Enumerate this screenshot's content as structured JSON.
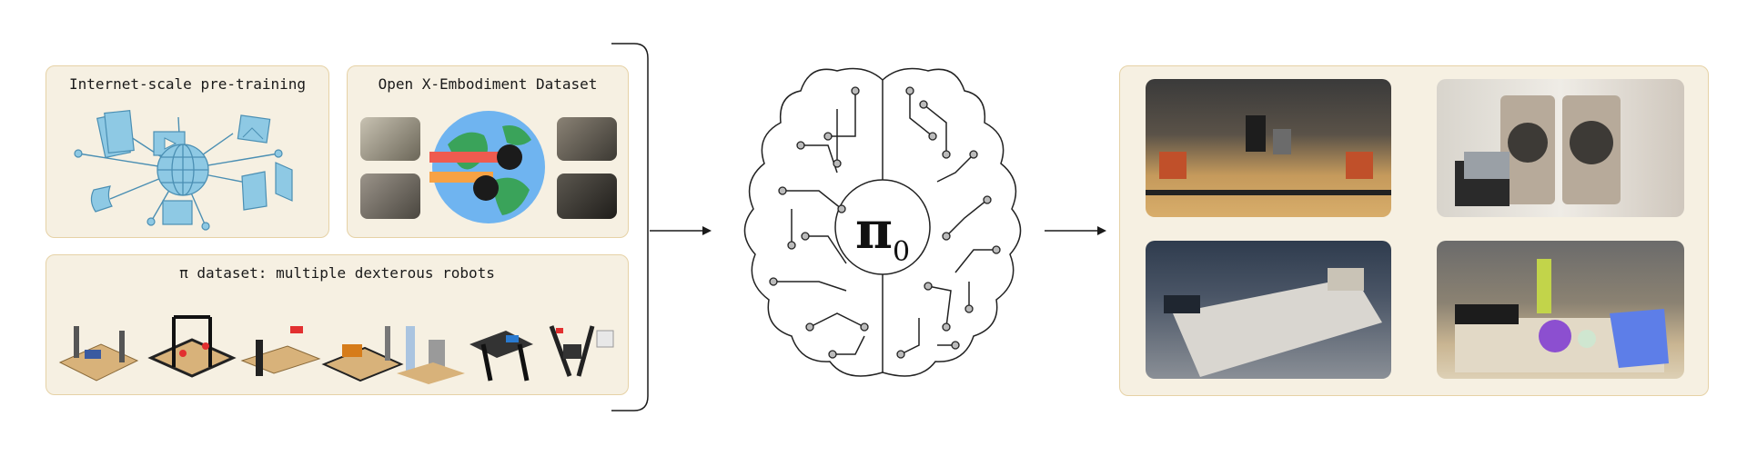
{
  "panels": {
    "internet": {
      "title": "Internet-scale pre-training"
    },
    "openx": {
      "title": "Open X-Embodiment Dataset"
    },
    "pi_dataset": {
      "title": "π dataset: multiple dexterous robots"
    }
  },
  "model": {
    "symbol": "π",
    "subscript": "0"
  },
  "colors": {
    "panel_bg": "#f6f0e2",
    "panel_border": "#e6d2a6",
    "icon_blue": "#8ec9e4",
    "icon_stroke": "#4b8fb3",
    "globe_green": "#3aa35a",
    "globe_blue": "#6fb4f0",
    "band_red": "#ef5b4f",
    "band_orange": "#f7a244"
  },
  "icons": [
    "globe-icon",
    "document-icon",
    "play-icon",
    "image-icon",
    "brain-icon",
    "robot-icon"
  ]
}
